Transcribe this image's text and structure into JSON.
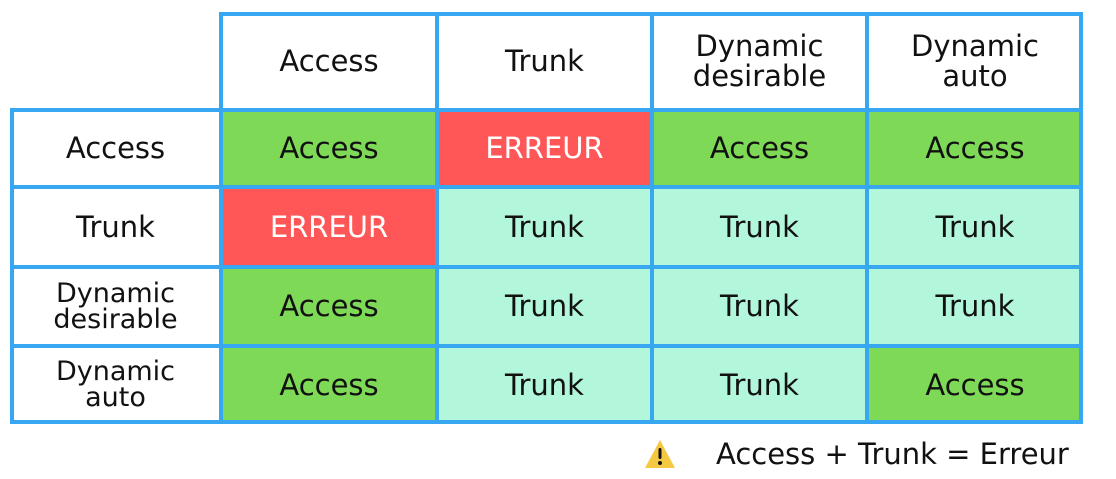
{
  "table": {
    "columns": [
      "Access",
      "Trunk",
      "Dynamic\ndesirable",
      "Dynamic\nauto"
    ],
    "rows": [
      {
        "label": "Access",
        "cells": [
          {
            "text": "Access",
            "status": "access"
          },
          {
            "text": "ERREUR",
            "status": "error"
          },
          {
            "text": "Access",
            "status": "access"
          },
          {
            "text": "Access",
            "status": "access"
          }
        ]
      },
      {
        "label": "Trunk",
        "cells": [
          {
            "text": "ERREUR",
            "status": "error"
          },
          {
            "text": "Trunk",
            "status": "trunk"
          },
          {
            "text": "Trunk",
            "status": "trunk"
          },
          {
            "text": "Trunk",
            "status": "trunk"
          }
        ]
      },
      {
        "label": "Dynamic\ndesirable",
        "cells": [
          {
            "text": "Access",
            "status": "access"
          },
          {
            "text": "Trunk",
            "status": "trunk"
          },
          {
            "text": "Trunk",
            "status": "trunk"
          },
          {
            "text": "Trunk",
            "status": "trunk"
          }
        ]
      },
      {
        "label": "Dynamic\nauto",
        "cells": [
          {
            "text": "Access",
            "status": "access"
          },
          {
            "text": "Trunk",
            "status": "trunk"
          },
          {
            "text": "Trunk",
            "status": "trunk"
          },
          {
            "text": "Access",
            "status": "access"
          }
        ]
      }
    ]
  },
  "legend": {
    "icon": "warning-icon",
    "text": "Access + Trunk = Erreur"
  },
  "colors": {
    "grid": "#38a7f2",
    "access": "#7ed957",
    "trunk": "#b2f6dc",
    "error": "#ff5757",
    "warning": "#f5c842"
  }
}
